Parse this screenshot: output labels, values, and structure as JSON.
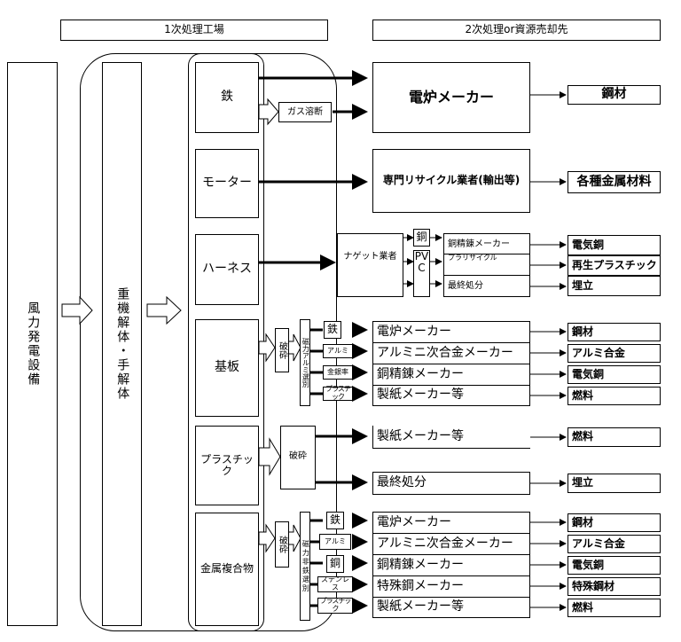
{
  "headers": {
    "primary": "1次処理工場",
    "secondary": "2次処理or資源売却先"
  },
  "source": "風力発電設備",
  "dismantle": "重機解体・手解体",
  "components": {
    "iron": "鉄",
    "motor": "モーター",
    "harness": "ハーネス",
    "board": "基板",
    "plastic": "プラスチック",
    "composite": "金属複合物"
  },
  "iron": {
    "gas": "ガス溶断",
    "dest": "電炉メーカー",
    "out": "鋼材"
  },
  "motor": {
    "dest": "専門リサイクル業者(輸出等)",
    "out": "各種金属材料"
  },
  "harness": {
    "nugget": "ナゲット業者",
    "copper": "銅",
    "pvc": "PVC",
    "dests": [
      "銅精錬メーカー",
      "プラリサイクル",
      "最終処分"
    ],
    "outs": [
      "電気銅",
      "再生プラスチック",
      "埋立"
    ]
  },
  "board": {
    "crush": "破砕",
    "sep": "磁力アルミ選別",
    "labels": [
      "鉄",
      "アルミ",
      "金銀率",
      "プラスチック"
    ],
    "dests": [
      "電炉メーカー",
      "アルミニ次合金メーカー",
      "銅精錬メーカー",
      "製紙メーカー等"
    ],
    "outs": [
      "鋼材",
      "アルミ合金",
      "電気銅",
      "燃料"
    ]
  },
  "plastic": {
    "crush": "破砕",
    "dests": [
      "製紙メーカー等",
      "最終処分"
    ],
    "outs": [
      "燃料",
      "埋立"
    ]
  },
  "composite": {
    "crush": "破砕",
    "sep": "磁力非鉄選別",
    "labels": [
      "鉄",
      "アルミ",
      "銅",
      "ステンレス",
      "プラスチック"
    ],
    "dests": [
      "電炉メーカー",
      "アルミニ次合金メーカー",
      "銅精錬メーカー",
      "特殊鋼メーカー",
      "製紙メーカー等"
    ],
    "outs": [
      "鋼材",
      "アルミ合金",
      "電気銅",
      "特殊鋼材",
      "燃料"
    ]
  }
}
